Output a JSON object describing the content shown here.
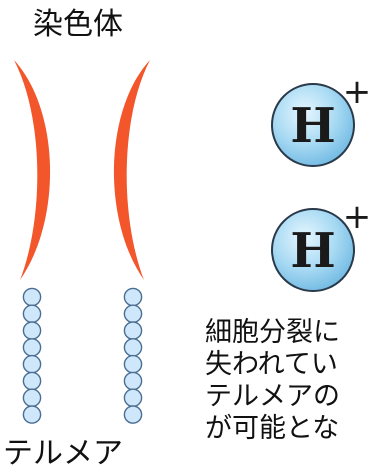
{
  "labels": {
    "chromosome": "染色体",
    "telomere": "テルメア"
  },
  "ions": [
    {
      "symbol": "H",
      "charge": "+"
    },
    {
      "symbol": "H",
      "charge": "+"
    }
  ],
  "description": {
    "lines": [
      "細胞分裂に",
      "失われてい",
      "テルメアの",
      "が可能とな"
    ]
  },
  "colors": {
    "chromatid": "#F2562A",
    "bead_fill": "#CFE7FA",
    "bead_stroke": "#4A6E92",
    "ion_fill": "#9FD6F2",
    "ion_stroke": "#2A3A4A"
  }
}
